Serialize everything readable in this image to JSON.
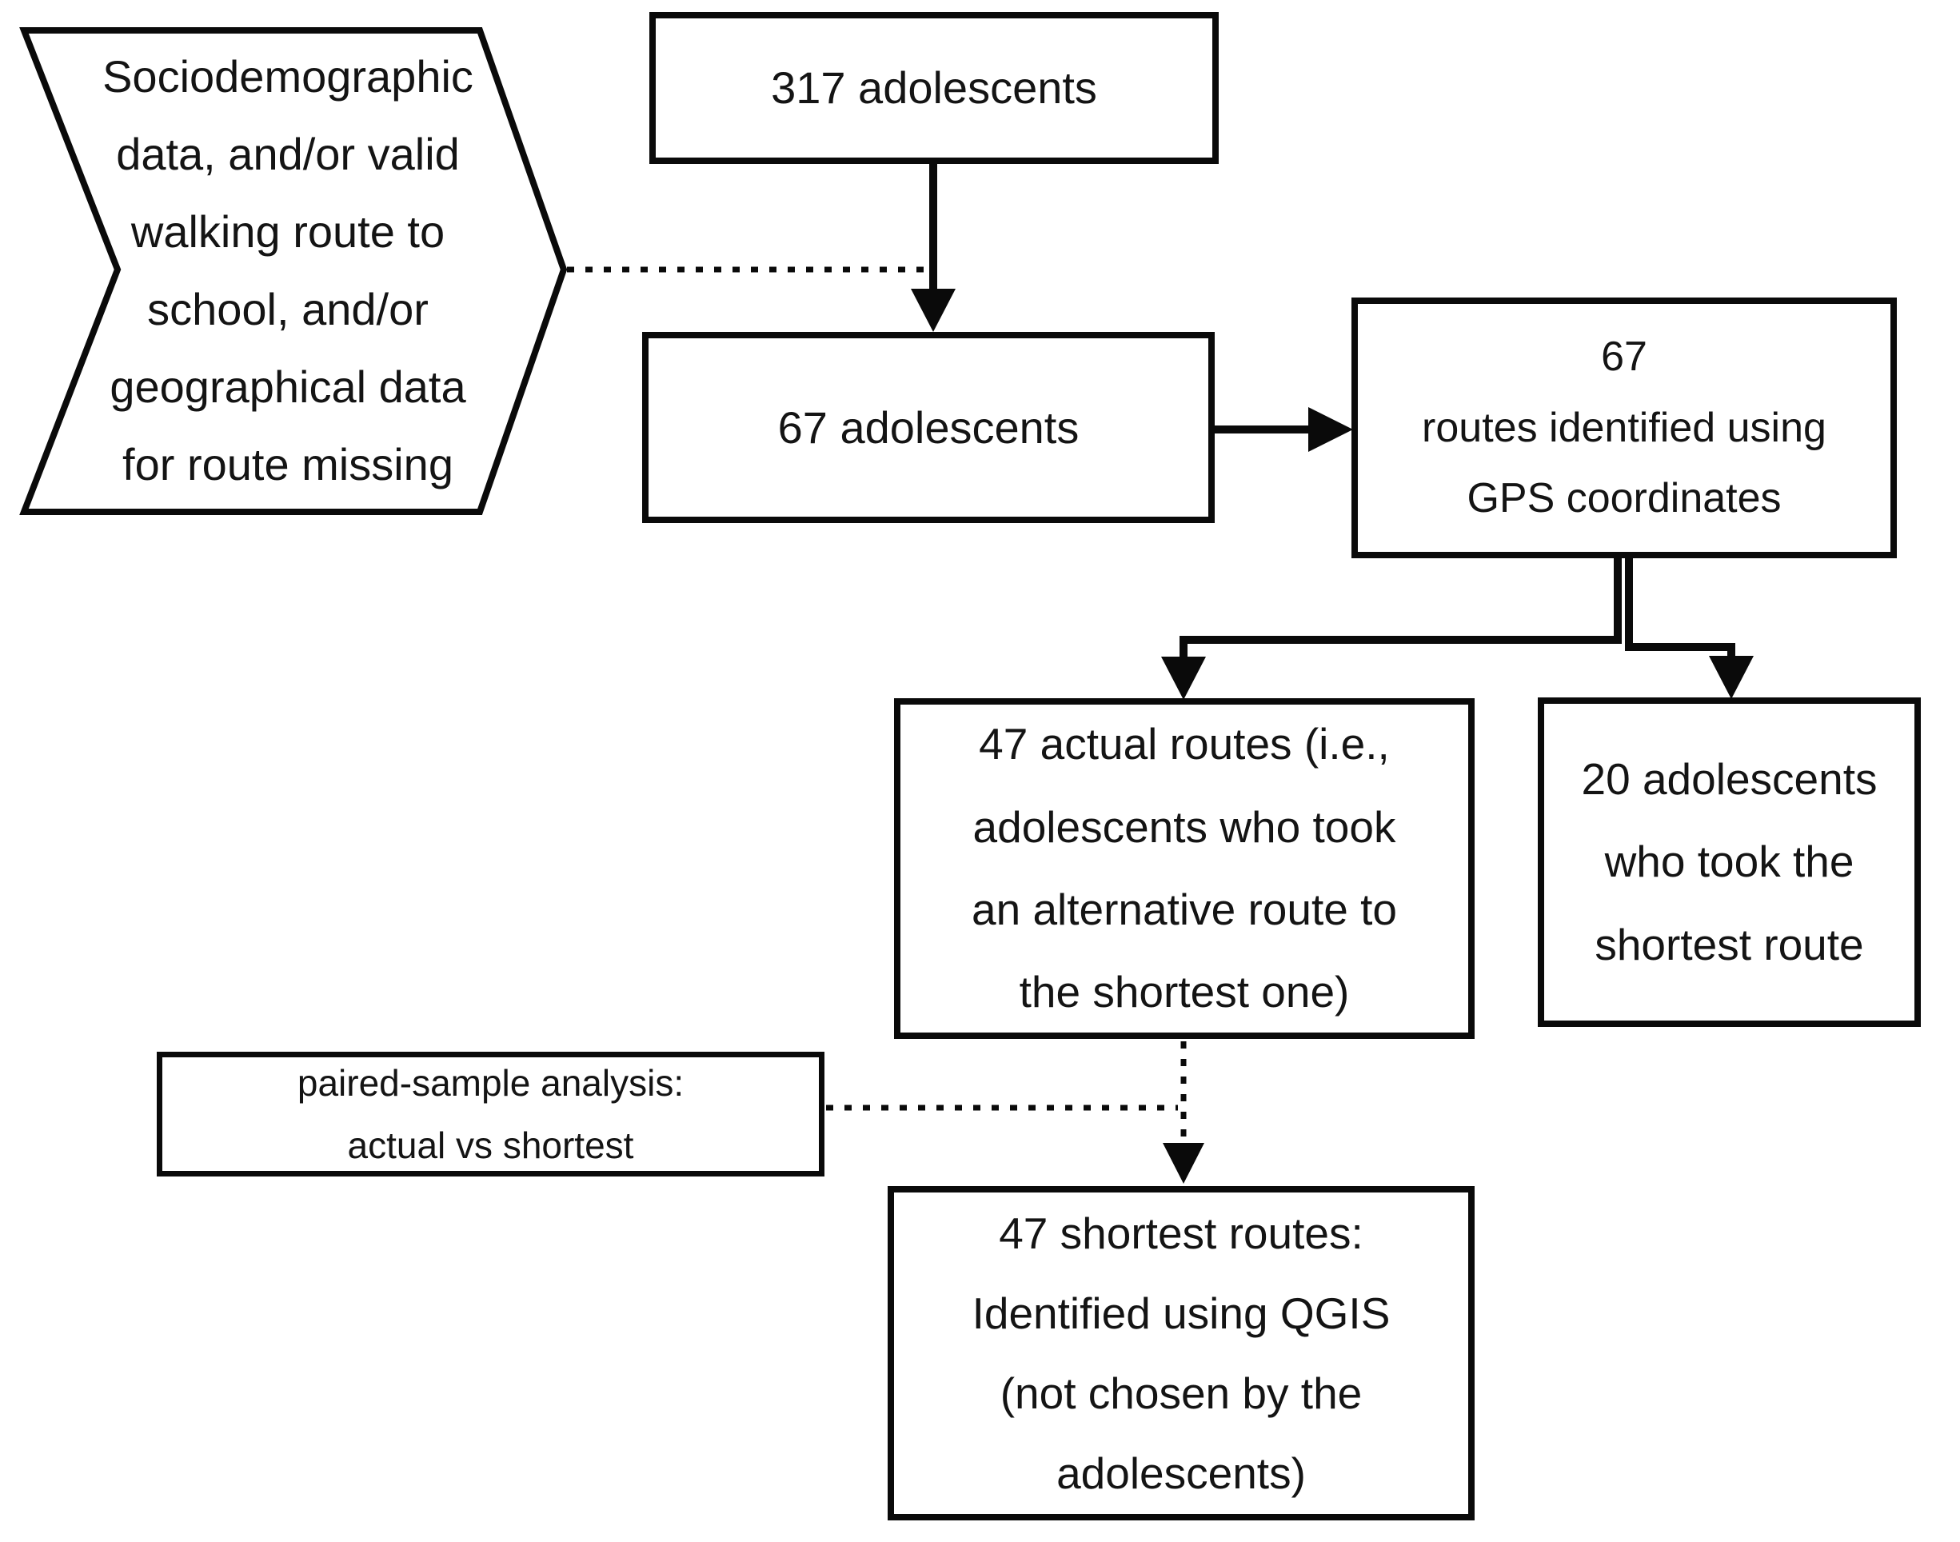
{
  "title": "Participant flow diagram",
  "colors": {
    "background": "#ffffff",
    "line": "#0a0a0a",
    "text": "#141414"
  },
  "nodes": {
    "exclusion_callout": {
      "shape": "chevron",
      "text": "Sociodemographic\ndata, and/or valid\nwalking route to\nschool, and/or\ngeographical data\nfor route missing"
    },
    "box_317": {
      "shape": "rect",
      "text": "317 adolescents"
    },
    "box_67": {
      "shape": "rect",
      "text": "67 adolescents"
    },
    "box_gps": {
      "shape": "rect",
      "text": "67\nroutes identified using\nGPS coordinates"
    },
    "box_actual": {
      "shape": "rect",
      "text": "47 actual routes (i.e.,\nadolescents who took\nan alternative route to\nthe shortest one)"
    },
    "box_20": {
      "shape": "rect",
      "text": "20 adolescents\nwho took the\nshortest route"
    },
    "box_paired": {
      "shape": "rect",
      "text": "paired-sample analysis:\nactual vs shortest"
    },
    "box_qgis": {
      "shape": "rect",
      "text": "47 shortest routes:\nIdentified using QGIS\n(not chosen by the\nadolescents)"
    }
  },
  "edges": [
    {
      "from": "box_317",
      "to": "box_67",
      "style": "solid",
      "arrowhead": true
    },
    {
      "from": "exclusion_callout",
      "to": "edge_317_to_67",
      "style": "dotted",
      "arrowhead": false
    },
    {
      "from": "box_67",
      "to": "box_gps",
      "style": "solid",
      "arrowhead": true
    },
    {
      "from": "box_gps",
      "to": "box_actual",
      "style": "solid",
      "arrowhead": true
    },
    {
      "from": "box_gps",
      "to": "box_20",
      "style": "solid",
      "arrowhead": true
    },
    {
      "from": "box_actual",
      "to": "box_qgis",
      "style": "dotted",
      "arrowhead": true
    },
    {
      "from": "box_paired",
      "to": "edge_actual_to_qgis",
      "style": "dotted",
      "arrowhead": false
    }
  ]
}
